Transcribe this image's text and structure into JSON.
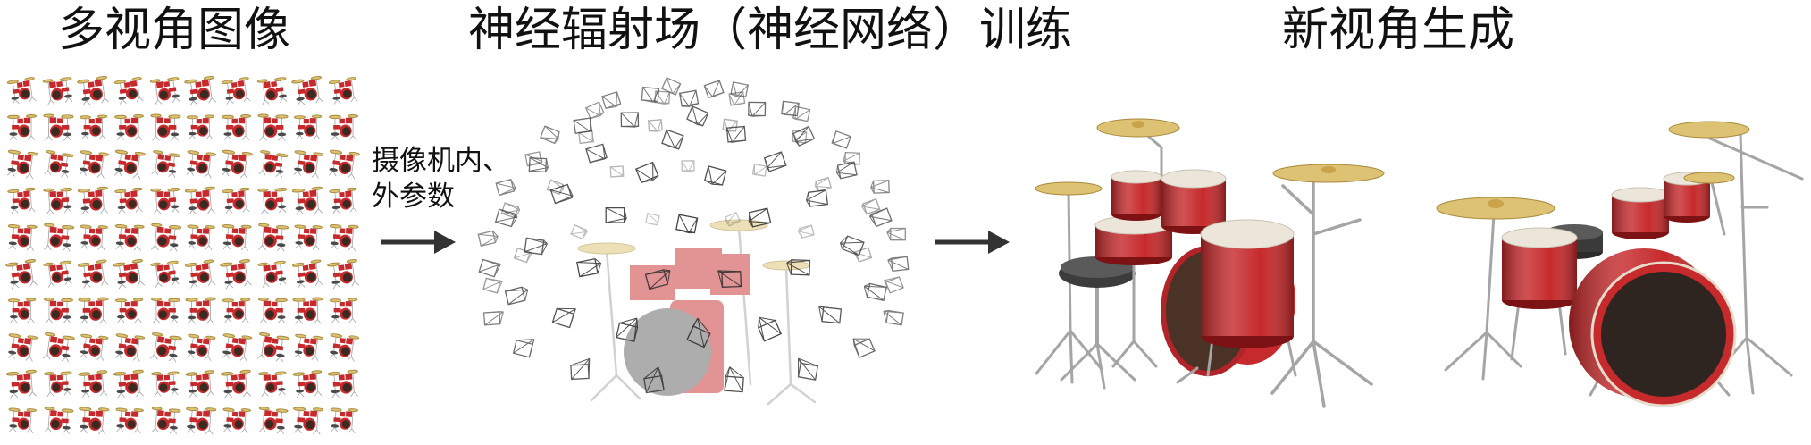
{
  "diagram": {
    "stage_titles": {
      "input": "多视角图像",
      "training": "神经辐射场（神经网络）训练",
      "output": "新视角生成"
    },
    "arrow_label": {
      "line1": "摄像机内、",
      "line2": "外参数"
    }
  },
  "icons": {
    "arrow_input_to_training": "arrow-right-icon",
    "arrow_training_to_output": "arrow-right-icon"
  },
  "colors": {
    "drum_red": "#c62a2c",
    "cymbal_gold": "#dcc272",
    "hardware_gray": "#a5a5a5",
    "frustum_stroke": "#2e2e2e",
    "text": "#111111"
  }
}
